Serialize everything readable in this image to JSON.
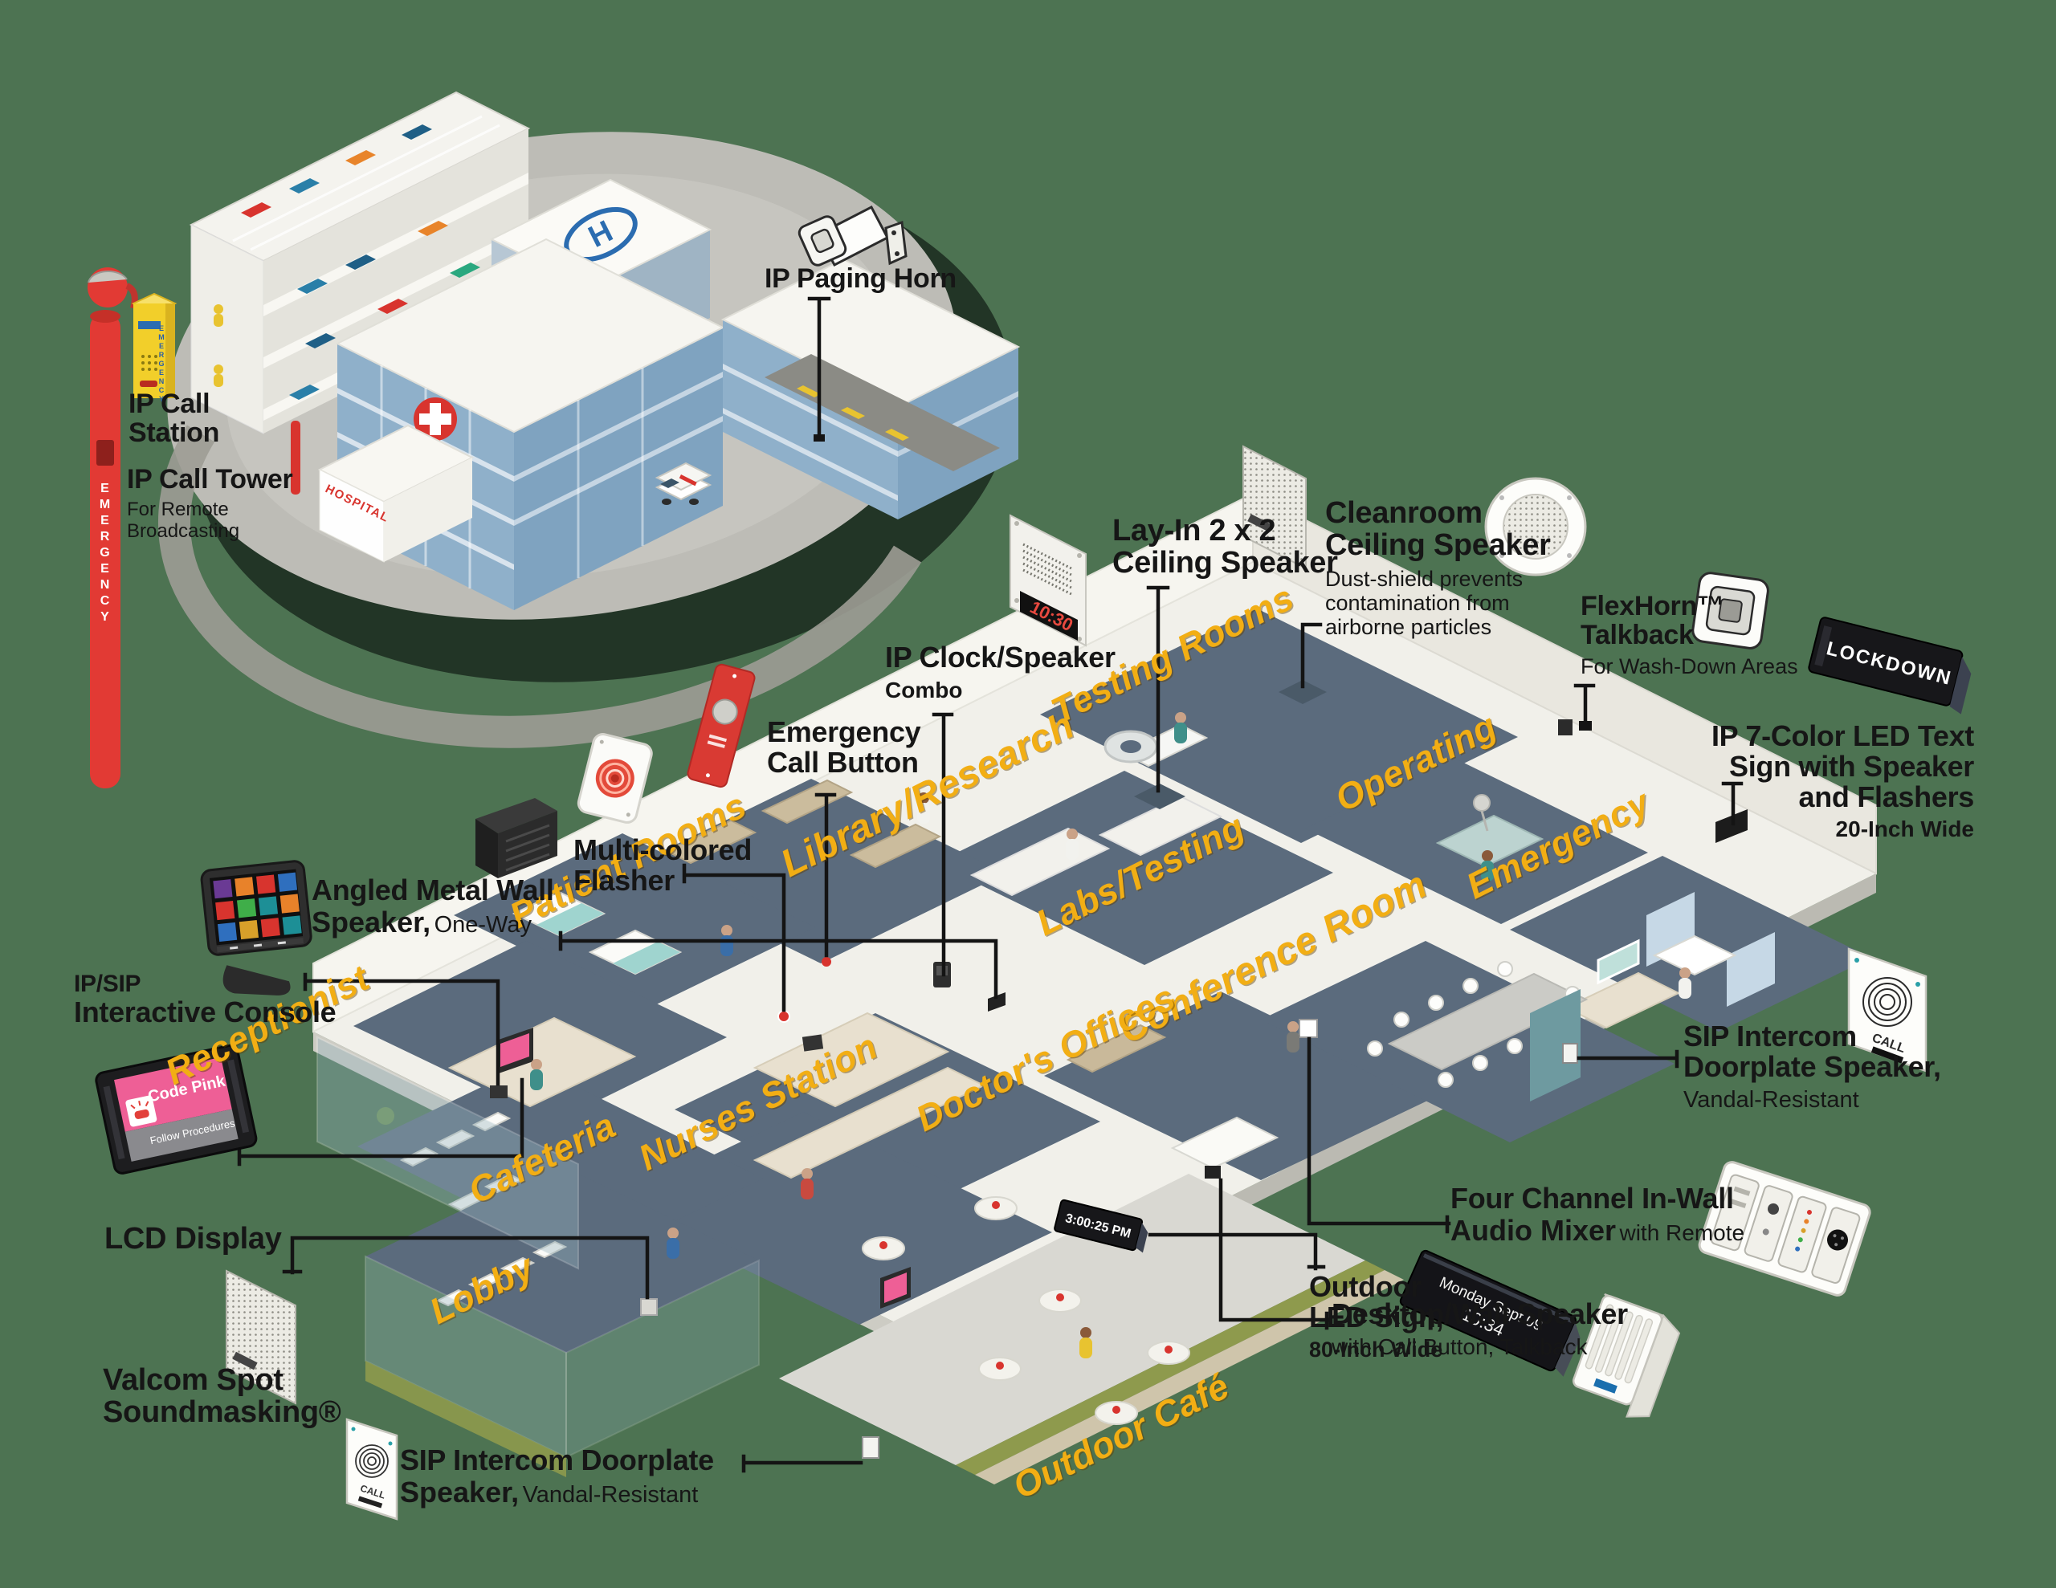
{
  "colors": {
    "background": "#4d7352",
    "label_yellow": "#f2ae14",
    "ink": "#161616",
    "floor_slate": "#5b6b7d",
    "accent_red": "#d8342e",
    "accent_pink": "#ee5f96"
  },
  "rooms": [
    {
      "label": "Testing Rooms"
    },
    {
      "label": "Library/Research"
    },
    {
      "label": "Patient Rooms"
    },
    {
      "label": "Operating"
    },
    {
      "label": "Emergency"
    },
    {
      "label": "Labs/Testing"
    },
    {
      "label": "Conference Room"
    },
    {
      "label": "Receptionist"
    },
    {
      "label": "Nurses Station"
    },
    {
      "label": "Doctor's Offices"
    },
    {
      "label": "Cafeteria"
    },
    {
      "label": "Lobby"
    },
    {
      "label": "Outdoor Café"
    }
  ],
  "callouts": {
    "ip_call_station": {
      "title": "IP Call\nStation"
    },
    "ip_call_tower": {
      "title": "IP Call Tower",
      "sub": "For Remote\nBroadcasting"
    },
    "ip_paging_horn": {
      "title": "IP Paging Horn"
    },
    "lay_in_speaker": {
      "title": "Lay-In 2 x 2\nCeiling Speaker"
    },
    "cleanroom_speaker": {
      "title": "Cleanroom\nCeiling Speaker",
      "sub": "Dust-shield prevents\ncontamination from\nairborne particles"
    },
    "flexhorn": {
      "title": "FlexHorn™\nTalkback",
      "sub": "For Wash-Down Areas"
    },
    "led_text_sign": {
      "title": "IP 7-Color LED Text\nSign with Speaker\nand Flashers",
      "sub": "20-Inch Wide"
    },
    "ip_clock": {
      "title": "IP Clock/Speaker",
      "sub": "Combo"
    },
    "emergency_call_button": {
      "title": "Emergency\nCall Button"
    },
    "flasher": {
      "title": "Multi-colored\nFlasher"
    },
    "angled_speaker": {
      "title": "Angled Metal Wall",
      "title2": "Speaker,",
      "sub_inline": "One-Way"
    },
    "console": {
      "title": "IP/SIP",
      "title2": "Interactive Console"
    },
    "lcd_display": {
      "title": "LCD Display"
    },
    "soundmasking": {
      "title": "Valcom Spot\nSoundmasking®"
    },
    "doorplate_left": {
      "title": "SIP Intercom Doorplate",
      "title2": "Speaker,",
      "sub_inline": "Vandal-Resistant"
    },
    "doorplate_right": {
      "title": "SIP Intercom\nDoorplate Speaker,",
      "sub": "Vandal-Resistant"
    },
    "audio_mixer": {
      "title": "Four Channel In-Wall",
      "title2": "Audio Mixer",
      "sub_inline": "with Remote"
    },
    "desktop_speaker": {
      "title": "Desktop/Wall Speaker",
      "sub": "with Call Button, Talkback"
    },
    "outdoor_led_sign": {
      "title": "Outdoor\nLED Sign,",
      "sub": "80-Inch Wide"
    }
  },
  "scene_text": {
    "hospital_sign": "HOSPITAL",
    "helipad_letter": "H",
    "call_tower_text": "EMERGENCY",
    "call_station_text": "EMERGENCY",
    "lockdown_sign": "LOCKDOWN",
    "clock_display": "10:30",
    "indoor_led_sign": "3:00:25 PM",
    "outdoor_led_line1": "Monday  Sept 09",
    "outdoor_led_line2": "10:34",
    "lcd_title": "Code Pink",
    "lcd_subtitle": "Follow Procedures",
    "doorplate_label": "CALL"
  }
}
